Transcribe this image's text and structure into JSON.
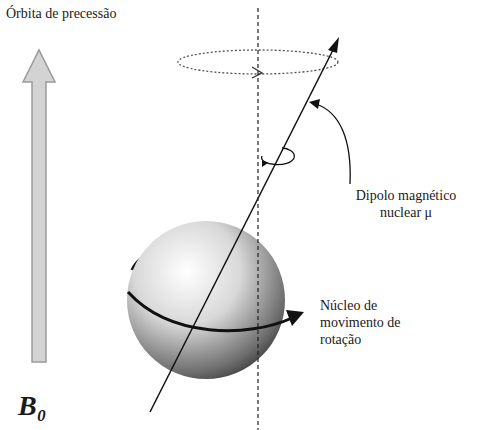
{
  "diagram": {
    "labels": [
      "Órbita de precessão",
      "Dipolo magnético nuclear μ",
      "Núcleo de movimento de rotação",
      "B₀"
    ]
  }
}
